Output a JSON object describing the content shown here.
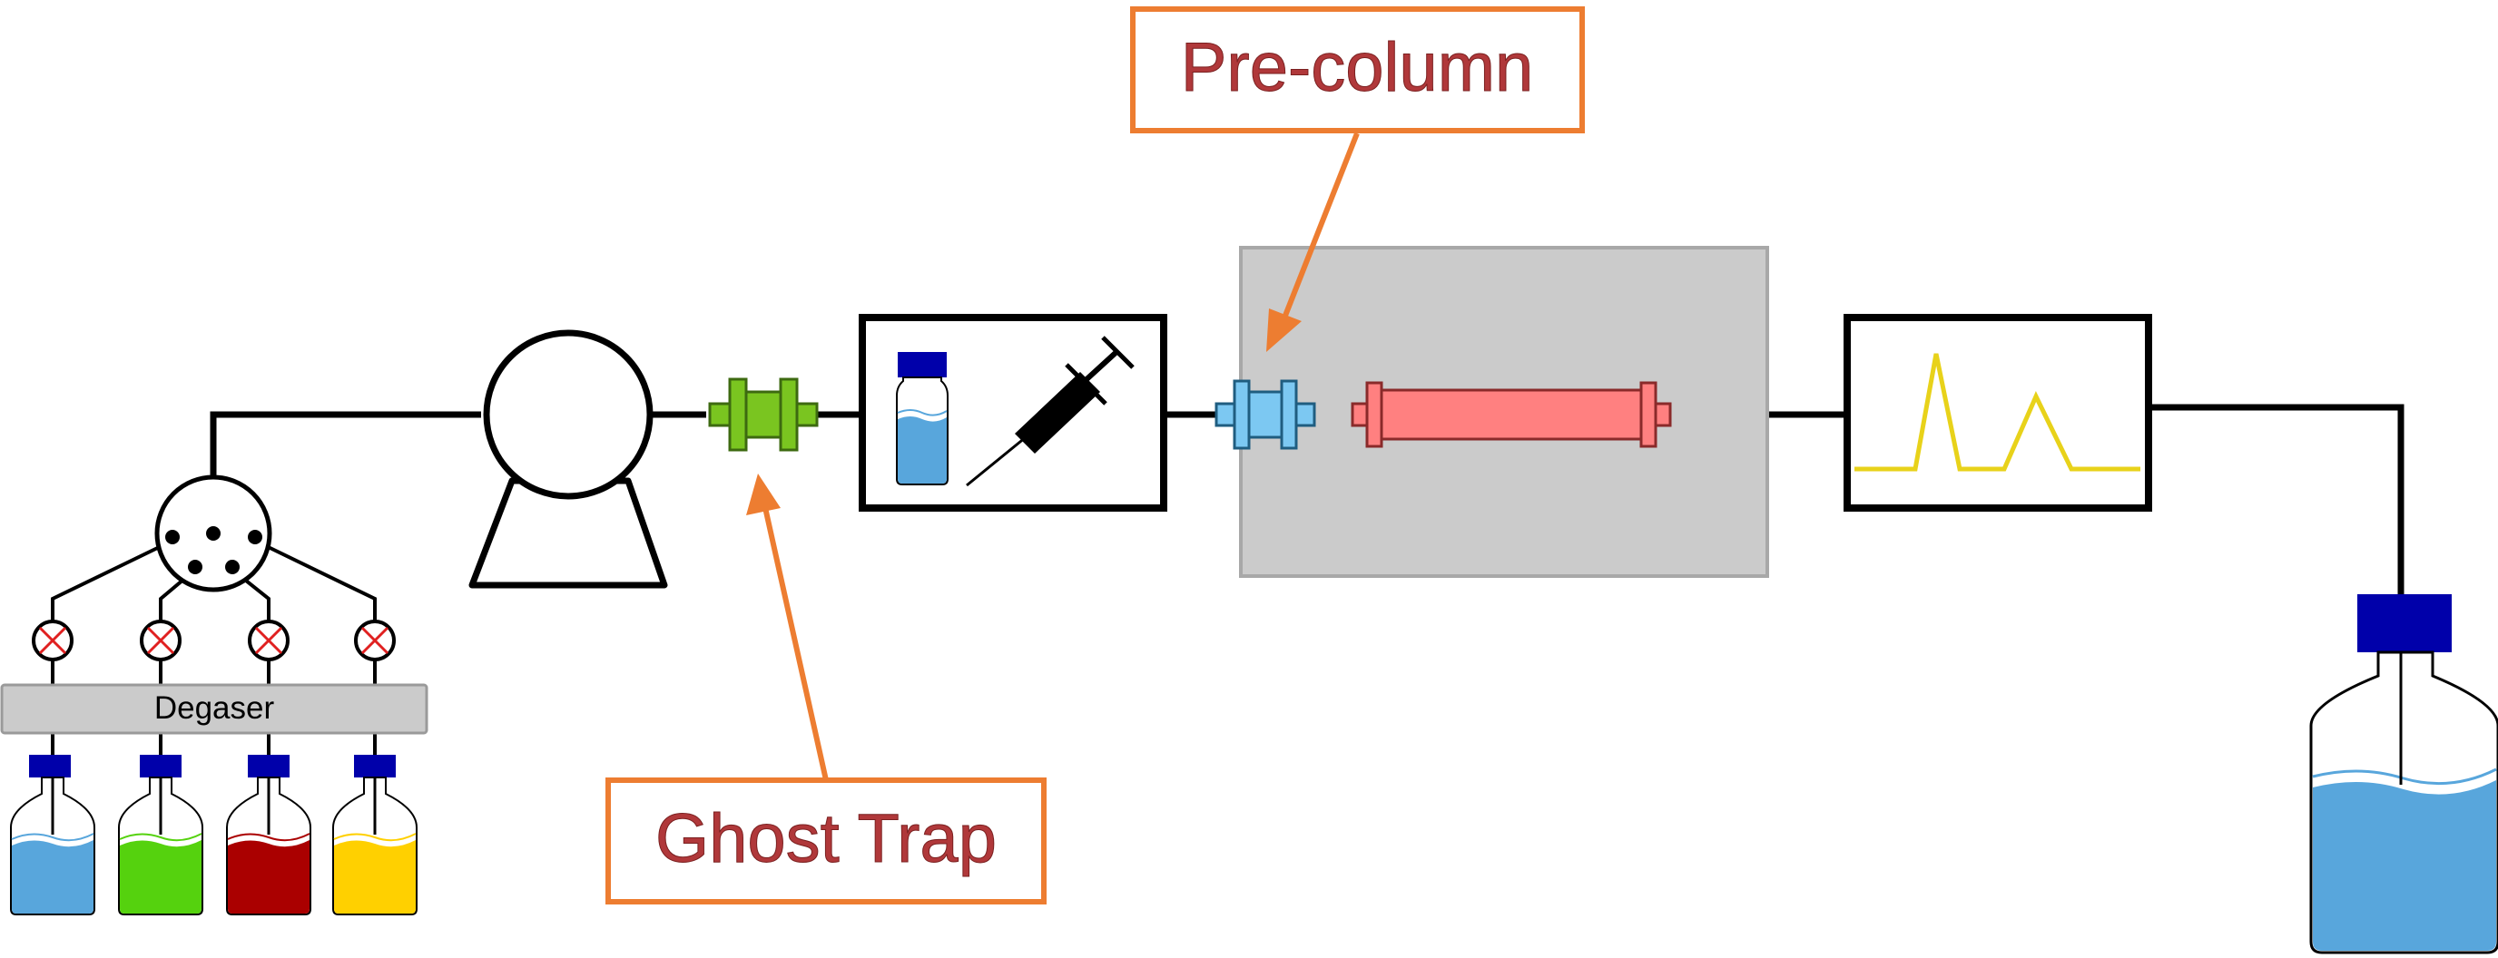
{
  "labels": {
    "degaser": "Degaser",
    "pre_column": "Pre-column",
    "ghost_trap": "Ghost Trap"
  },
  "colors": {
    "line": "#000000",
    "callout_border": "#ED7D31",
    "callout_text": "#B0383A",
    "ghost_trap": "#7AC520",
    "pre_column": "#7CC8F2",
    "column": "#FF8080",
    "column_oven": "#CBCBCB",
    "degaser": "#CBCBCB",
    "bottle_cap": "#0000AA",
    "solvent_blue": "#58A6DC",
    "solvent_green": "#55D20E",
    "solvent_red": "#AA0000",
    "solvent_yellow": "#FFD000",
    "detector_trace": "#E8D21A",
    "valve_cross": "#E02020"
  },
  "icons": {
    "proportioning_valve": "mixing-valve-icon",
    "pump": "pump-icon",
    "autosampler": "syringe-icon",
    "detector": "chromatogram-icon",
    "waste": "waste-bottle-icon"
  }
}
